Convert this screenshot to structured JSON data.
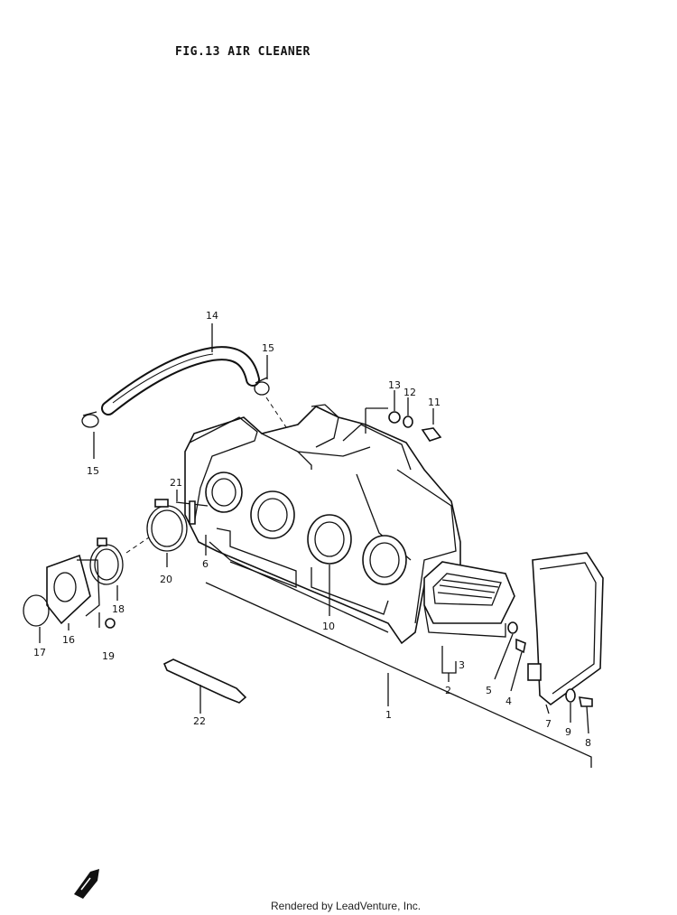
{
  "figure": {
    "title": "FIG.13  AIR CLEANER"
  },
  "footer": {
    "credit": "Rendered by LeadVenture, Inc."
  },
  "callouts": [
    {
      "id": "c14",
      "text": "14"
    },
    {
      "id": "c15a",
      "text": "15"
    },
    {
      "id": "c15b",
      "text": "15"
    },
    {
      "id": "c13",
      "text": "13"
    },
    {
      "id": "c12",
      "text": "12"
    },
    {
      "id": "c11",
      "text": "11"
    },
    {
      "id": "c21",
      "text": "21"
    },
    {
      "id": "c20",
      "text": "20"
    },
    {
      "id": "c6",
      "text": "6"
    },
    {
      "id": "c18",
      "text": "18"
    },
    {
      "id": "c16",
      "text": "16"
    },
    {
      "id": "c17",
      "text": "17"
    },
    {
      "id": "c19",
      "text": "19"
    },
    {
      "id": "c10",
      "text": "10"
    },
    {
      "id": "c3",
      "text": "3"
    },
    {
      "id": "c2",
      "text": "2"
    },
    {
      "id": "c5",
      "text": "5"
    },
    {
      "id": "c4",
      "text": "4"
    },
    {
      "id": "c7",
      "text": "7"
    },
    {
      "id": "c9",
      "text": "9"
    },
    {
      "id": "c8",
      "text": "8"
    },
    {
      "id": "c1",
      "text": "1"
    },
    {
      "id": "c22",
      "text": "22"
    }
  ]
}
